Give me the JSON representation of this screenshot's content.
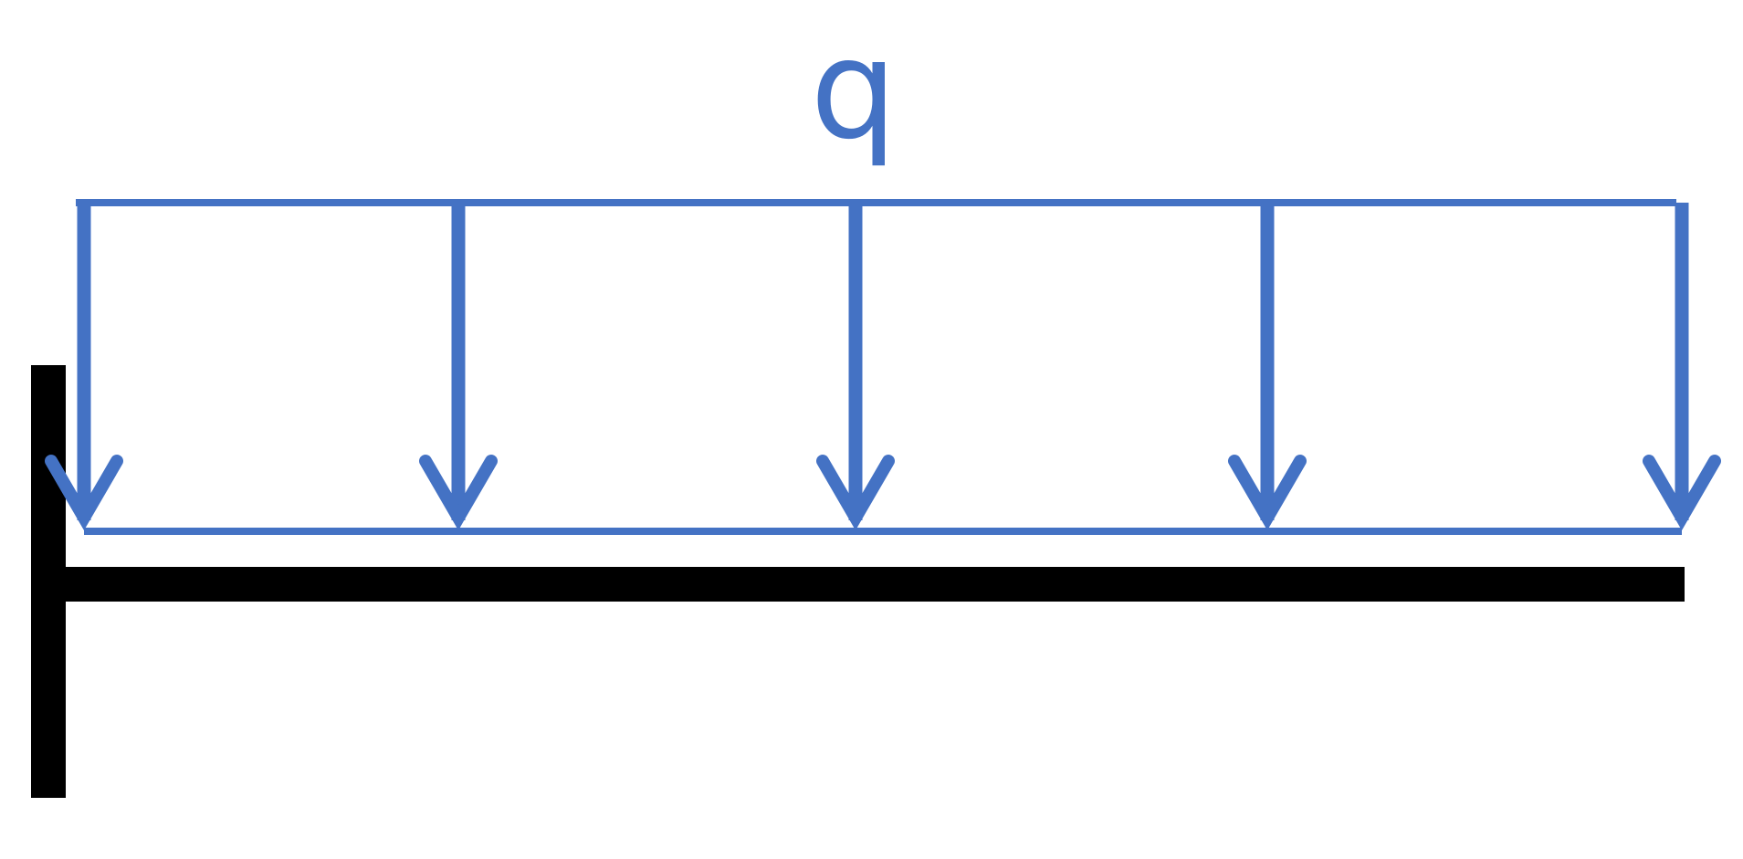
{
  "diagram": {
    "load_label": "q",
    "load_color": "#4472C4",
    "beam_color": "#000000",
    "arrow_count": 5,
    "support": "fixed-left"
  }
}
